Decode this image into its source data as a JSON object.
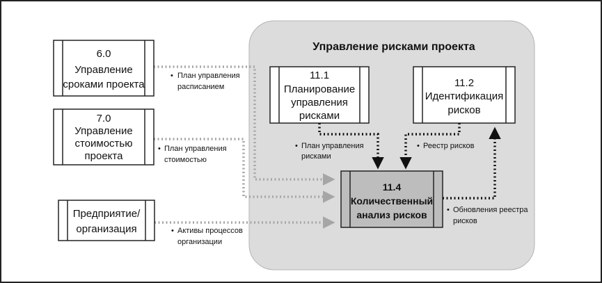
{
  "group_title": "Управление рисками проекта",
  "boxes": {
    "time_mgmt": [
      "6.0",
      "Управление",
      "сроками проекта"
    ],
    "cost_mgmt": [
      "7.0",
      "Управление",
      "стоимостью",
      "проекта"
    ],
    "enterprise": [
      "Предприятие/",
      "организация"
    ],
    "plan_risk": [
      "11.1",
      "Планирование",
      "управления",
      "рисками"
    ],
    "identify_risk": [
      "11.2",
      "Идентификация",
      "рисков"
    ],
    "quant_analysis": [
      "11.4",
      "Количественный",
      "анализ рисков"
    ]
  },
  "labels": {
    "schedule_plan": [
      "План управления",
      "расписанием"
    ],
    "cost_plan": [
      "План управления",
      "стоимостью"
    ],
    "org_assets": [
      "Активы процессов",
      "организации"
    ],
    "risk_plan": [
      "План управления",
      "рисками"
    ],
    "risk_register": [
      "Реестр рисков"
    ],
    "register_updates": [
      "Обновления реестра",
      "рисков"
    ]
  },
  "colors": {
    "group_fill": "#dcdcdc",
    "group_stroke": "#b3b3b3",
    "highlight_box_fill": "#bdbdbd",
    "internal_arrow": "#111111",
    "external_arrow": "#a6a6a6",
    "border": "#222222"
  }
}
